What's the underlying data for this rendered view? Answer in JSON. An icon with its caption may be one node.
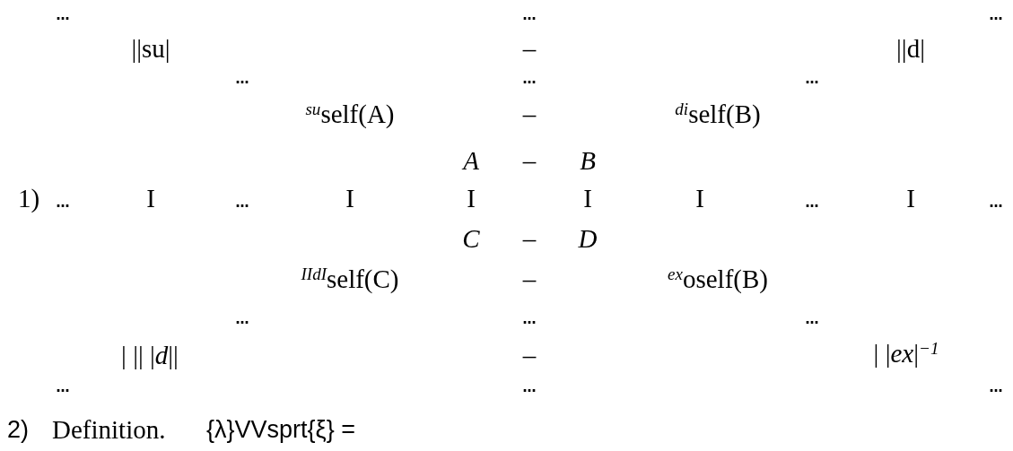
{
  "diagram": {
    "labels": [
      "…",
      "…",
      "…",
      "||su|",
      "–",
      "||d|",
      "…",
      "…",
      "…",
      "$^{su}$self(A)",
      "–",
      "$^{di}$self(B)",
      "A",
      "–",
      "B",
      "1)",
      "…",
      "I",
      "…",
      "I",
      "I",
      "I",
      "I",
      "…",
      "I",
      "…",
      "C",
      "–",
      "D",
      "$^{IIdI}$self(C)",
      "–",
      "$^{ex}$oself(B)",
      "…",
      "…",
      "…",
      "| || |*d*||",
      "–",
      "| |*ex*|$^{−1}$",
      "…",
      "…",
      "…",
      "2)",
      "Definition.",
      "{λ}VVsprt{ξ} ="
    ]
  }
}
